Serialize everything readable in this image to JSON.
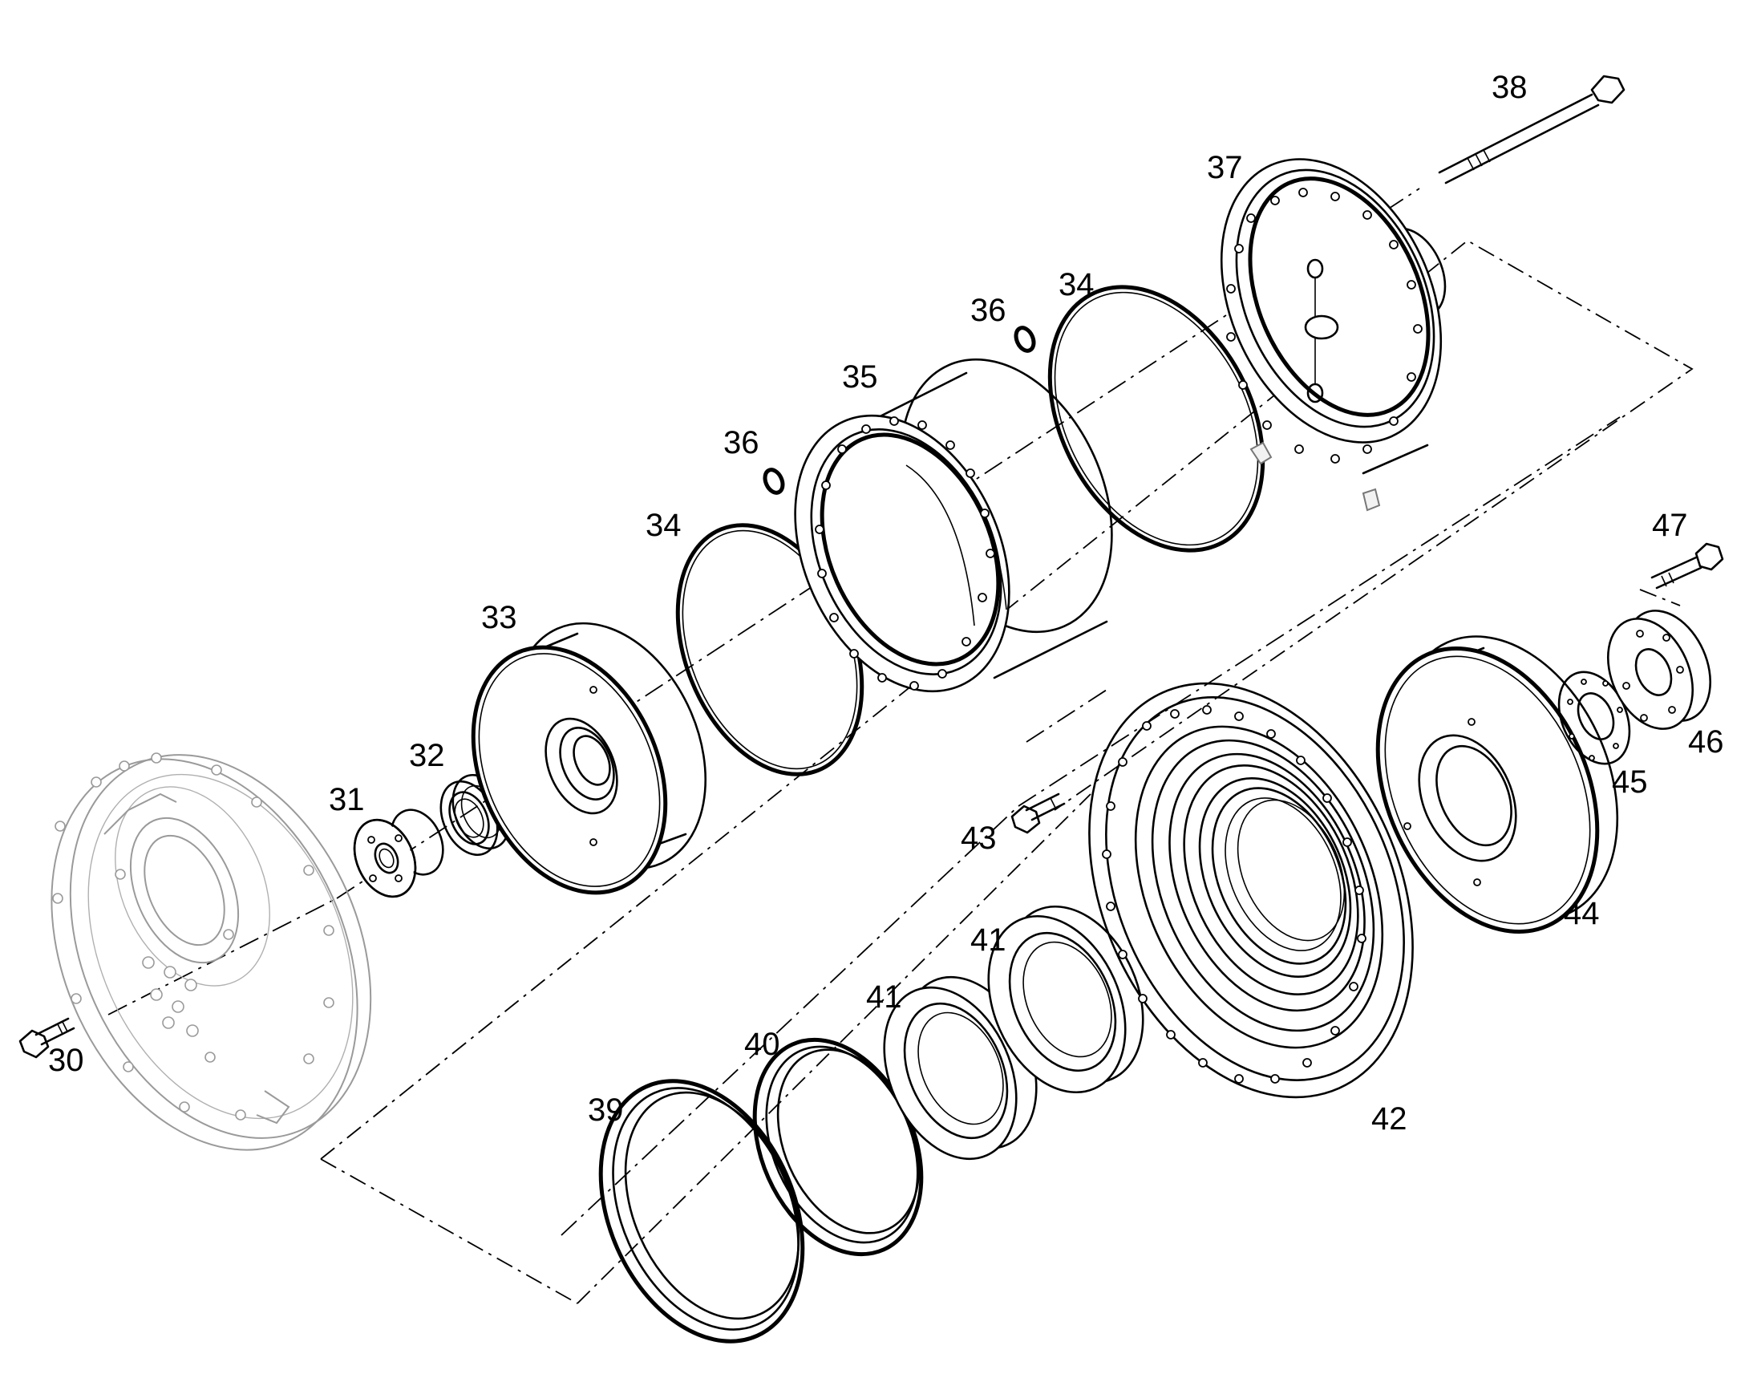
{
  "callouts": {
    "c30": "30",
    "c31": "31",
    "c32": "32",
    "c33": "33",
    "c34a": "34",
    "c34b": "34",
    "c35": "35",
    "c36a": "36",
    "c36b": "36",
    "c37": "37",
    "c38": "38",
    "c39": "39",
    "c40": "40",
    "c41a": "41",
    "c41b": "41",
    "c42": "42",
    "c43": "43",
    "c44": "44",
    "c45": "45",
    "c46": "46",
    "c47": "47"
  }
}
